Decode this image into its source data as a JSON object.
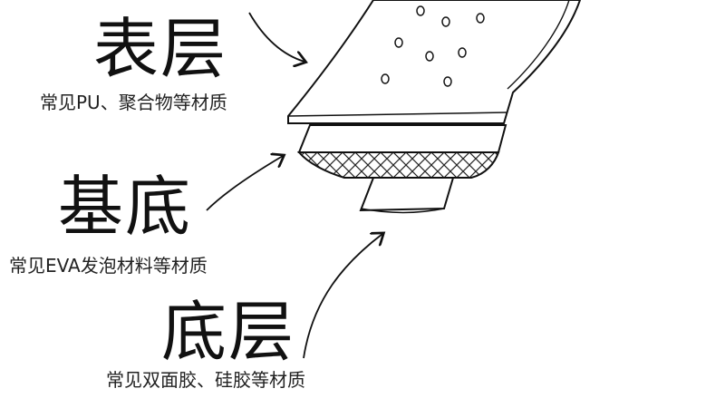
{
  "layers": [
    {
      "title": "表层",
      "subtitle": "常见PU、聚合物等材质"
    },
    {
      "title": "基底",
      "subtitle": "常见EVA发泡材料等材质"
    },
    {
      "title": "底层",
      "subtitle": "常见双面胶、硅胶等材质"
    }
  ]
}
